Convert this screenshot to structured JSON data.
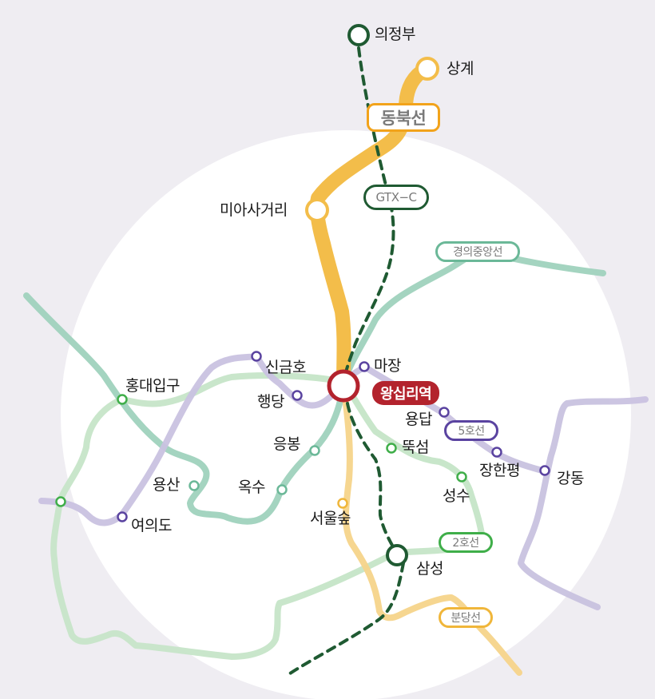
{
  "colors": {
    "background": "#efedf2",
    "circle": "#ffffff",
    "dongbuk": "#f3bd4a",
    "dongbuk_border": "#f2a31b",
    "gtx_c": "#1f5a32",
    "gyeongui_jungang": "#9fd2bd",
    "gyeongui_jungang_border": "#6bb898",
    "line5": "#c9c2e0",
    "line5_station": "#5a43a0",
    "line2": "#c6e5c8",
    "line2_border": "#3fae49",
    "bundang": "#f6d48a",
    "bundang_border": "#f0b63a",
    "main_station": "#b3232d",
    "label_text": "#1a1a1a",
    "pill_text": "#7a7a7a"
  },
  "line_labels": {
    "dongbuk": "동북선",
    "gtx_c": "GTX−C",
    "gyeongui_jungang": "경의중앙선",
    "line5": "5호선",
    "line2": "2호선",
    "bundang": "분당선"
  },
  "main_station": {
    "name": "왕십리역"
  },
  "stations": {
    "uijeongbu": "의정부",
    "sanggye": "상계",
    "miasageori": "미아사거리",
    "majang": "마장",
    "singeumho": "신금호",
    "haengdang": "행당",
    "yongdap": "용답",
    "eungbong": "응봉",
    "ttukseom": "뚝섬",
    "janghanpyeong": "장한평",
    "gangdong": "강동",
    "oksu": "옥수",
    "seongsu": "성수",
    "seoulsup": "서울숲",
    "samseong": "삼성",
    "hongdae": "홍대입구",
    "yongsan": "용산",
    "yeouido": "여의도"
  }
}
